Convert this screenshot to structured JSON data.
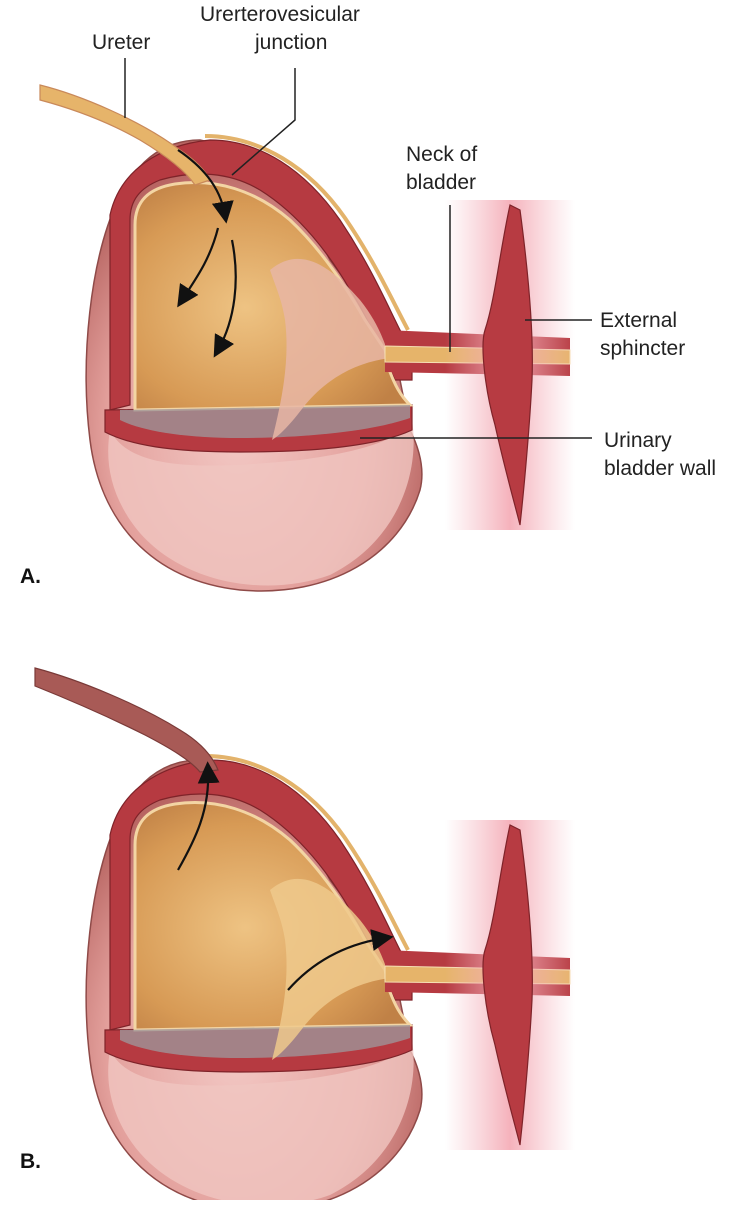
{
  "panels": [
    {
      "letter": "A.",
      "labels": {
        "ureter": "Ureter",
        "ujunction_line1": "Urerterovesicular",
        "ujunction_line2": "junction",
        "neck_line1": "Neck of",
        "neck_line2": "bladder",
        "sphincter_line1": "External",
        "sphincter_line2": "sphincter",
        "wall_line1": "Urinary",
        "wall_line2": "bladder wall"
      }
    },
    {
      "letter": "B."
    }
  ],
  "colors": {
    "outer_bladder": "#e7a3a0",
    "outer_bladder_dark": "#b8625f",
    "muscle": "#b63a41",
    "lumen": "#d89a53",
    "lumen_light": "#ecc27c",
    "urethra": "#e6b46a",
    "sphincter": "#b73b42",
    "sphincter_glow": "#f5b8c0",
    "ureter_A": "#e6b46a",
    "ureter_B": "#a85a56",
    "text": "#222222"
  }
}
